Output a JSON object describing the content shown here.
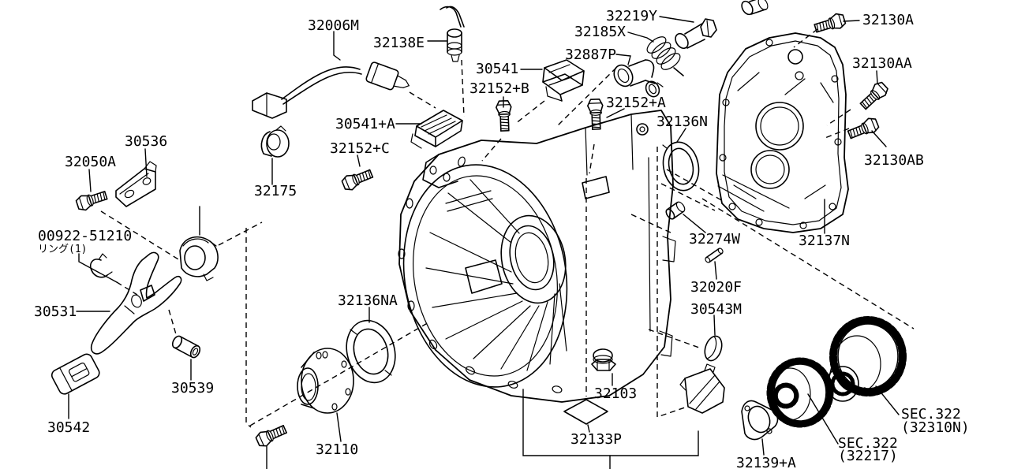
{
  "diagram": {
    "background_color": "#ffffff",
    "line_color": "#000000",
    "type": "exploded-parts-diagram",
    "subject": "transmission-case",
    "labels": [
      {
        "id": "32006M",
        "text": "32006M"
      },
      {
        "id": "32138E",
        "text": "32138E"
      },
      {
        "id": "30541",
        "text": "30541"
      },
      {
        "id": "32219Y",
        "text": "32219Y"
      },
      {
        "id": "32185X",
        "text": "32185X"
      },
      {
        "id": "32887P",
        "text": "32887P"
      },
      {
        "id": "32152+B",
        "text": "32152+B"
      },
      {
        "id": "32152+A",
        "text": "32152+A"
      },
      {
        "id": "32136N",
        "text": "32136N"
      },
      {
        "id": "32130A",
        "text": "32130A"
      },
      {
        "id": "32130AA",
        "text": "32130AA"
      },
      {
        "id": "32130AB",
        "text": "32130AB"
      },
      {
        "id": "30541+A",
        "text": "30541+A"
      },
      {
        "id": "32152+C",
        "text": "32152+C"
      },
      {
        "id": "32175",
        "text": "32175"
      },
      {
        "id": "30536",
        "text": "30536"
      },
      {
        "id": "32050A",
        "text": "32050A"
      },
      {
        "id": "00922-51210",
        "text": "00922-51210"
      },
      {
        "id": "ring-note",
        "text": "リング(1)"
      },
      {
        "id": "30531",
        "text": "30531"
      },
      {
        "id": "30539",
        "text": "30539"
      },
      {
        "id": "30542",
        "text": "30542"
      },
      {
        "id": "32136NA",
        "text": "32136NA"
      },
      {
        "id": "32110",
        "text": "32110"
      },
      {
        "id": "32103",
        "text": "32103"
      },
      {
        "id": "32133P",
        "text": "32133P"
      },
      {
        "id": "32274W",
        "text": "32274W"
      },
      {
        "id": "32020F",
        "text": "32020F"
      },
      {
        "id": "30543M",
        "text": "30543M"
      },
      {
        "id": "32137N",
        "text": "32137N"
      },
      {
        "id": "sec322-32310n-line1",
        "text": "SEC.322"
      },
      {
        "id": "sec322-32310n-line2",
        "text": "(32310N)"
      },
      {
        "id": "sec322-32217-line1",
        "text": "SEC.322"
      },
      {
        "id": "sec322-32217-line2",
        "text": "(32217)"
      },
      {
        "id": "32139+A",
        "text": "32139+A"
      }
    ]
  }
}
